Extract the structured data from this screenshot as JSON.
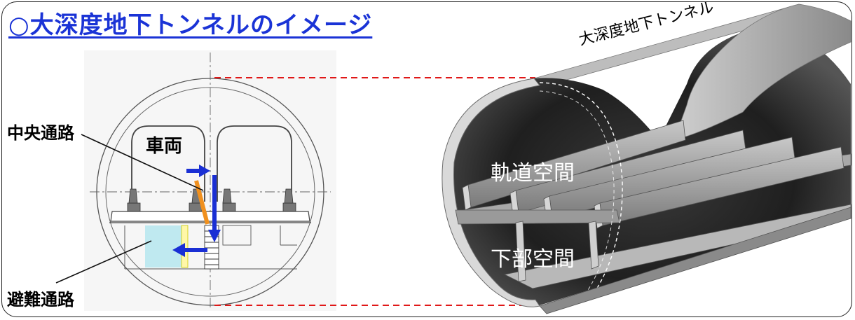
{
  "title": "○大深度地下トンネルのイメージ",
  "cross_section": {
    "label_center_passage": "中央通路",
    "label_vehicle": "車両",
    "label_evacuation": "避難通路"
  },
  "tunnel_3d": {
    "label_tunnel": "大深度地下トンネル",
    "label_track_space": "軌道空間",
    "label_lower_space": "下部空間"
  },
  "colors": {
    "title": "#1a33d6",
    "arrow": "#1a2fd4",
    "guide_dashes": "#e01818",
    "evacuation_zone": "#bfe9f0",
    "stair_highlight": "#f0901e"
  }
}
